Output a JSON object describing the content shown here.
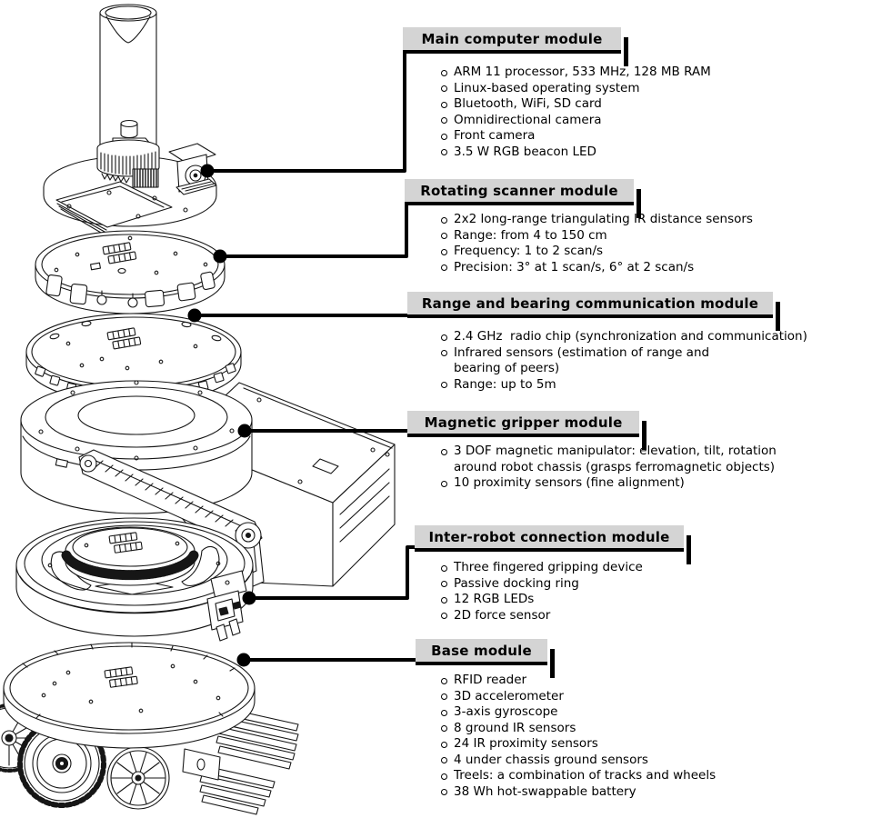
{
  "figure": {
    "illustration": "exploded view line drawing of a modular robot",
    "label_bg_color": "#d4d4d4",
    "line_color": "#000000",
    "bullet_icon": "white-bullet"
  },
  "modules": [
    {
      "id": "main-computer",
      "title": "Main computer module",
      "items": [
        "ARM 11 processor, 533 MHz, 128 MB RAM",
        "Linux-based operating system",
        "Bluetooth, WiFi, SD card",
        "Omnidirectional camera",
        "Front camera",
        "3.5 W RGB beacon LED"
      ]
    },
    {
      "id": "rotating-scanner",
      "title": "Rotating scanner module",
      "items": [
        "2x2 long-range triangulating IR distance sensors",
        "Range: from 4 to 150 cm",
        "Frequency: 1 to 2 scan/s",
        "Precision: 3° at 1 scan/s, 6° at 2 scan/s"
      ]
    },
    {
      "id": "range-bearing",
      "title": "Range and bearing communication module",
      "items": [
        "2.4 GHz  radio chip (synchronization and communication)",
        "Infrared sensors (estimation of range and\nbearing of peers)",
        "Range: up to 5m"
      ]
    },
    {
      "id": "magnetic-gripper",
      "title": "Magnetic gripper module",
      "items": [
        "3 DOF magnetic manipulator: elevation, tilt, rotation\naround robot chassis (grasps ferromagnetic objects)",
        "10 proximity sensors (fine alignment)"
      ]
    },
    {
      "id": "inter-robot",
      "title": "Inter-robot connection module",
      "items": [
        "Three fingered gripping device",
        "Passive docking ring",
        "12 RGB LEDs",
        "2D force sensor"
      ]
    },
    {
      "id": "base",
      "title": "Base module",
      "items": [
        "RFID reader",
        "3D accelerometer",
        "3-axis gyroscope",
        "8 ground IR sensors",
        "24 IR proximity sensors",
        "4 under chassis ground sensors",
        "Treels: a combination of tracks and wheels",
        "38 Wh hot-swappable battery"
      ]
    }
  ]
}
